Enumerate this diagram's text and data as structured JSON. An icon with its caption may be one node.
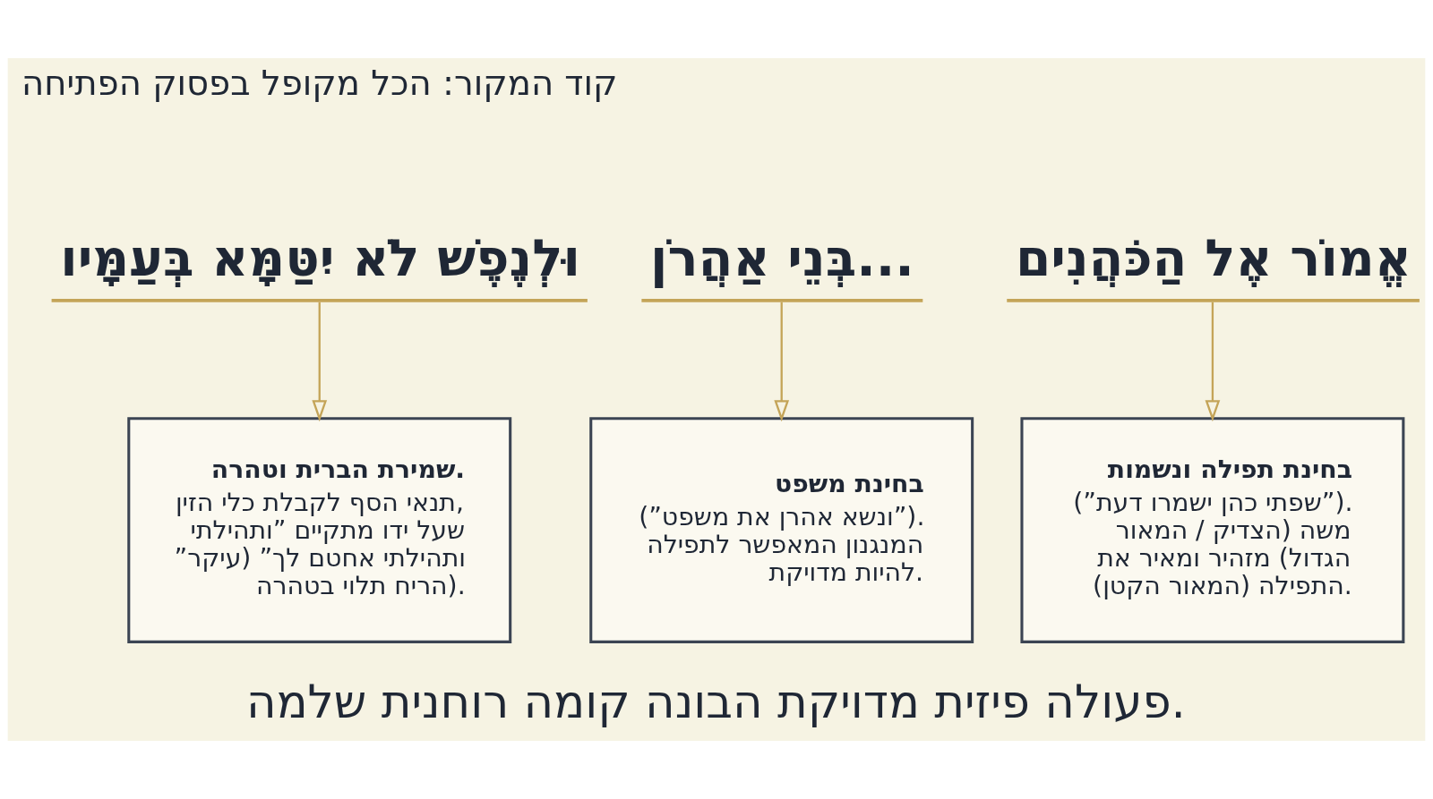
{
  "diagram": {
    "title": "קוד המקור: הכל מקופל בפסוק הפתיחה",
    "caption": "פעולה פיזית מדויקת הבונה קומה רוחנית שלמה.",
    "nodes": [
      {
        "text": [
          "אֱמוֹר אֶל הַכֹּהֲנִים"
        ]
      },
      {
        "text": [
          "בְּנֵי אַהֲרֹן..."
        ]
      },
      {
        "text": [
          "וּלְנֶפֶשׁ לֹא יִטַּמָּא בְּעַמָּיו"
        ]
      },
      {
        "text": [
          "בחינת תפילה ונשמות",
          "(”שפתי כהן ישמרו דעת”). משה (הצדיק / המאור הגדול) מזהיר ומאיר את התפילה (המאור הקטן)."
        ]
      },
      {
        "text": [
          "בחינת משפט",
          "(”ונשא אהרן את משפט”). המנגנון המאפשר לתפילה להיות מדויקת."
        ]
      },
      {
        "text": [
          "שמירת הברית וטהרה.",
          "תנאי הסף לקבלת כלי הזין, שעל ידו מתקיים ”ותהילתי ”ותהילתי אחטם לך” (עיקר הריח תלוי בטהרה)."
        ]
      }
    ],
    "edges": [
      {
        "from": 0,
        "to": 3,
        "arrow": "to"
      },
      {
        "from": 1,
        "to": 4,
        "arrow": "to"
      },
      {
        "from": 2,
        "to": 5,
        "arrow": "to"
      }
    ]
  }
}
